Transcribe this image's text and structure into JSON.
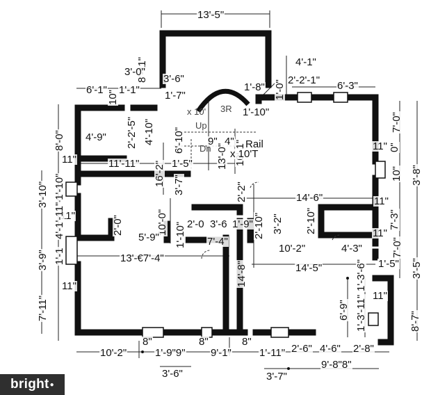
{
  "plan": {
    "watermark": "bright",
    "dimensions": [
      {
        "id": "top-width",
        "text": "13'-5\""
      },
      {
        "id": "top-left-wall",
        "text": "8'-11\""
      },
      {
        "id": "upper-3-0",
        "text": "3'-0\""
      },
      {
        "id": "upper-3-6",
        "text": "3'-6\""
      },
      {
        "id": "upper-6-1",
        "text": "6'-1\""
      },
      {
        "id": "upper-1-1",
        "text": "1'-1\""
      },
      {
        "id": "upper-1-7",
        "text": "1'-7\""
      },
      {
        "id": "upper-4-1",
        "text": "4'-1\""
      },
      {
        "id": "upper-2-2-1",
        "text": "2'-2'-1\""
      },
      {
        "id": "upper-6-3",
        "text": "6'-3\""
      },
      {
        "id": "upper-1-0",
        "text": "1'-0\""
      },
      {
        "id": "upper-1-8",
        "text": "1'-8\""
      },
      {
        "id": "upper-10",
        "text": "10\""
      },
      {
        "id": "upper-1-10",
        "text": "1'-10\""
      },
      {
        "id": "left-8-0",
        "text": "8'-0\""
      },
      {
        "id": "left-4-9",
        "text": "4'-9\""
      },
      {
        "id": "left-2-2-5",
        "text": "2'-2'-5\""
      },
      {
        "id": "left-4-10",
        "text": "4'-10\""
      },
      {
        "id": "mid-6-10",
        "text": "6'-10\""
      },
      {
        "id": "mid-9",
        "text": "9\""
      },
      {
        "id": "mid-4",
        "text": "4\""
      },
      {
        "id": "mid-rail",
        "text": "Rail"
      },
      {
        "id": "mid-13-0",
        "text": "13'-0\""
      },
      {
        "id": "mid-10-1",
        "text": "10'-1\""
      },
      {
        "id": "mid-x10-t",
        "text": "x 10'T"
      },
      {
        "id": "left-11",
        "text": "11\""
      },
      {
        "id": "left-11-11",
        "text": "11'-11\""
      },
      {
        "id": "left-1-5",
        "text": "1'-5\""
      },
      {
        "id": "right-7-0",
        "text": "7'-0\""
      },
      {
        "id": "right-11",
        "text": "11\""
      },
      {
        "id": "right-0",
        "text": "0\""
      },
      {
        "id": "right-10",
        "text": "10\""
      },
      {
        "id": "right-3-8",
        "text": "3'-8\""
      },
      {
        "id": "left-3-10",
        "text": "3'-10\""
      },
      {
        "id": "left-1-1-10",
        "text": "1'-1'-10\""
      },
      {
        "id": "mid-16-2",
        "text": "16'-2\""
      },
      {
        "id": "mid-3-7",
        "text": "3'-7\""
      },
      {
        "id": "mid-2-2",
        "text": "2'-2\""
      },
      {
        "id": "mid-14-6",
        "text": "14'-6\""
      },
      {
        "id": "right-11b",
        "text": "11\""
      },
      {
        "id": "right-7-3",
        "text": "7'-3\""
      },
      {
        "id": "left-11b",
        "text": "11\""
      },
      {
        "id": "mid-10-0",
        "text": "10'-0\""
      },
      {
        "id": "mid-2-0",
        "text": "2'-0"
      },
      {
        "id": "mid-3-6",
        "text": "3'-6"
      },
      {
        "id": "mid-1-9",
        "text": "1'-9\""
      },
      {
        "id": "mid-2-10",
        "text": "2'-10\""
      },
      {
        "id": "mid-3-2",
        "text": "3'-2\""
      },
      {
        "id": "mid-2-10b",
        "text": "2'-10\""
      },
      {
        "id": "right-11c",
        "text": "11\""
      },
      {
        "id": "left-2-0",
        "text": "2'-0\""
      },
      {
        "id": "left-5-9",
        "text": "5'-9\""
      },
      {
        "id": "left-1-10",
        "text": "1'-10\""
      },
      {
        "id": "mid-7-4",
        "text": "7'-4\""
      },
      {
        "id": "mid-10-2",
        "text": "10'-2\""
      },
      {
        "id": "mid-4-3",
        "text": "4'-3\""
      },
      {
        "id": "right-7-0b",
        "text": "7'-0\""
      },
      {
        "id": "left-4-1-11",
        "text": "4'-1'-11\""
      },
      {
        "id": "left-3-9",
        "text": "3'-9\""
      },
      {
        "id": "left-1-1",
        "text": "1'-1"
      },
      {
        "id": "left-13-7-4",
        "text": "13'-€7'-4\""
      },
      {
        "id": "mid-14-5",
        "text": "14'-5\""
      },
      {
        "id": "right-1-5",
        "text": "1'-5\""
      },
      {
        "id": "right-3-5",
        "text": "3'-5\""
      },
      {
        "id": "left-11c",
        "text": "11\""
      },
      {
        "id": "mid-14-8",
        "text": "14'-8\""
      },
      {
        "id": "right-1-3-6",
        "text": "1'-3'-6\""
      },
      {
        "id": "right-11d",
        "text": "11\""
      },
      {
        "id": "left-7-11",
        "text": "7'-11\""
      },
      {
        "id": "right-6-9",
        "text": "6'-9\""
      },
      {
        "id": "right-1-3-11",
        "text": "1'-3'-11\""
      },
      {
        "id": "right-8-7",
        "text": "8'-7\""
      },
      {
        "id": "bot-8a",
        "text": "8\""
      },
      {
        "id": "bot-8b",
        "text": "8\""
      },
      {
        "id": "bot-8c",
        "text": "8\""
      },
      {
        "id": "bot-10-2",
        "text": "10'-2\""
      },
      {
        "id": "bot-1-9-9",
        "text": "1'-9\"9\""
      },
      {
        "id": "bot-9-1",
        "text": "9'-1\""
      },
      {
        "id": "bot-1-11",
        "text": "1'-11\""
      },
      {
        "id": "bot-2-6",
        "text": "2'-6\""
      },
      {
        "id": "bot-4-6",
        "text": "4'-6\""
      },
      {
        "id": "bot-2-8",
        "text": "2'-8\""
      },
      {
        "id": "bot-9-8-8",
        "text": "9'-8\"8\""
      },
      {
        "id": "bot-3-6",
        "text": "3'-6\""
      },
      {
        "id": "bot-3-7",
        "text": "3'-7\""
      },
      {
        "id": "ghost-3r",
        "text": "3R"
      },
      {
        "id": "ghost-x10",
        "text": "x 10'"
      },
      {
        "id": "ghost-dn",
        "text": "Dn"
      },
      {
        "id": "ghost-up",
        "text": "Up"
      }
    ]
  }
}
